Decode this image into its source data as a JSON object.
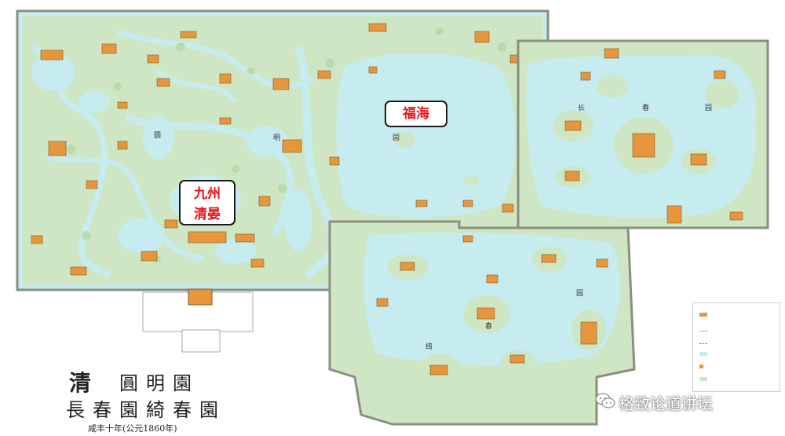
{
  "callouts": {
    "fuhai": "福海",
    "jiuzhou_line1": "九州",
    "jiuzhou_line2": "清晏"
  },
  "map_labels": {
    "yuanmingyuan": [
      "圆",
      "明",
      "园"
    ],
    "changchunyuan": [
      "长",
      "春",
      "园"
    ],
    "yichunyuan": [
      "绮",
      "春",
      "园"
    ]
  },
  "title": {
    "qing": "清",
    "line1": "圓明園",
    "line2": "長春園綺春園",
    "line3": "咸丰十年(公元1860年)"
  },
  "watermark": "格致论道讲坛",
  "colors": {
    "land": "#cfe6c4",
    "water": "#c6ecf0",
    "building": "#e8963c",
    "wall": "#8a8f80",
    "callout_text": "#e8141a"
  },
  "icons": {
    "watermark_icon": "wechat-icon",
    "legend": "map-legend"
  }
}
